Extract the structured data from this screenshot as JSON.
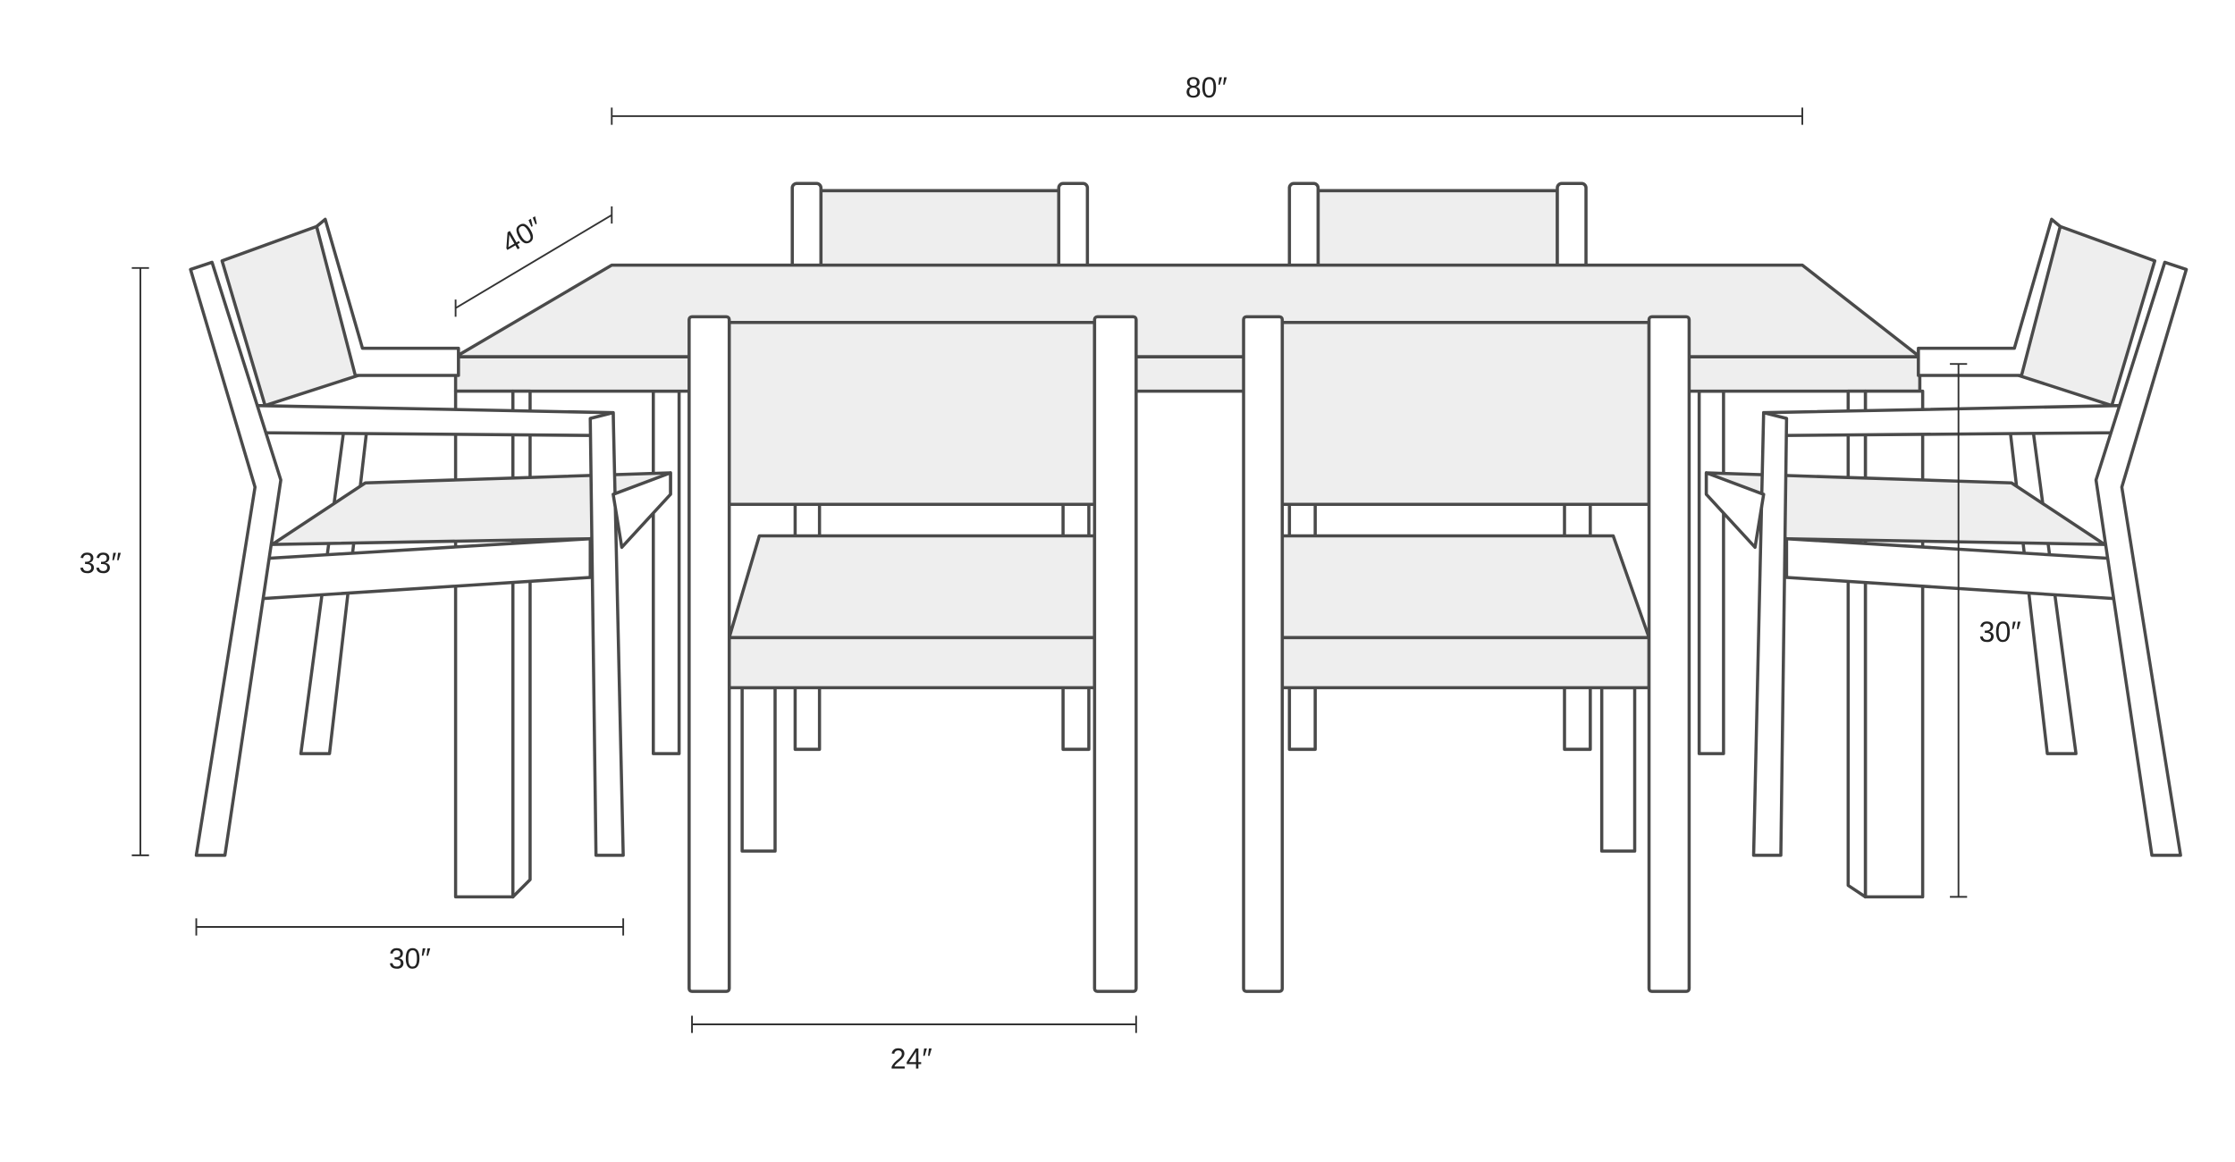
{
  "title": "Dining set dimensions diagram",
  "dimensions": {
    "table_length": "80″",
    "table_depth": "40″",
    "chair_height": "33″",
    "side_chair_width": "30″",
    "front_chair_width": "24″",
    "table_height": "30″"
  },
  "colors": {
    "line": "#4a4a4a",
    "fill": "#eeeeee"
  }
}
